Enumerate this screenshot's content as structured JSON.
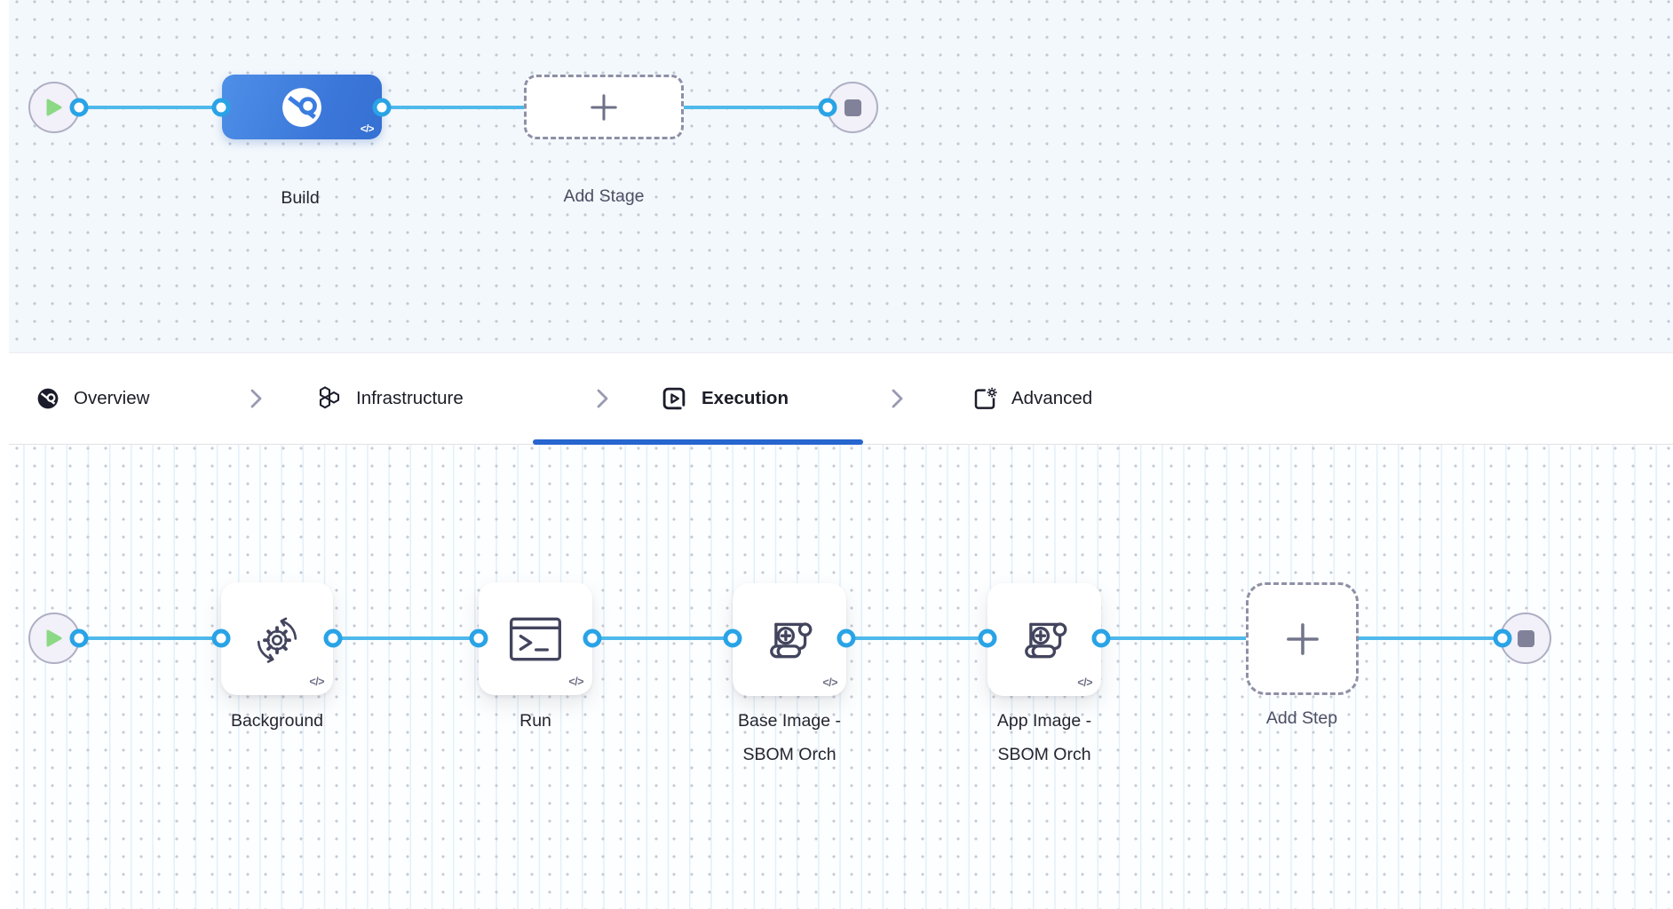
{
  "colors": {
    "connector_blue": "#4fb9ec",
    "connector_dot_ring": "#29a3e6",
    "active_tab_underline": "#2765cf",
    "build_stage_blue_start": "#4e8fe8",
    "build_stage_blue_end": "#3570d2",
    "icon_slate": "#43455e",
    "start_play_green": "#8bd985",
    "end_stop_gray": "#81829a",
    "canvas_top_bg": "#f3f8fc",
    "canvas_bottom_bg": "#fcfeff"
  },
  "stage_canvas": {
    "build": {
      "label": "Build",
      "badge": "</>"
    },
    "add_stage": {
      "label": "Add Stage"
    }
  },
  "tabbar": {
    "tabs": [
      {
        "label": "Overview",
        "icon": "ci-circle-icon",
        "active": false
      },
      {
        "label": "Infrastructure",
        "icon": "hexagons-icon",
        "active": false
      },
      {
        "label": "Execution",
        "icon": "execution-play-icon",
        "active": true
      },
      {
        "label": "Advanced",
        "icon": "advanced-gear-icon",
        "active": false
      }
    ]
  },
  "step_canvas": {
    "steps": [
      {
        "label_line1": "Background",
        "label_line2": "",
        "icon": "background-sync-icon",
        "badge": "</>"
      },
      {
        "label_line1": "Run",
        "label_line2": "",
        "icon": "terminal-icon",
        "badge": "</>"
      },
      {
        "label_line1": "Base Image -",
        "label_line2": "SBOM Orch",
        "icon": "scroll-plus-icon",
        "badge": "</>"
      },
      {
        "label_line1": "App Image -",
        "label_line2": "SBOM Orch",
        "icon": "scroll-plus-icon",
        "badge": "</>"
      }
    ],
    "add_step": {
      "label": "Add Step"
    }
  }
}
